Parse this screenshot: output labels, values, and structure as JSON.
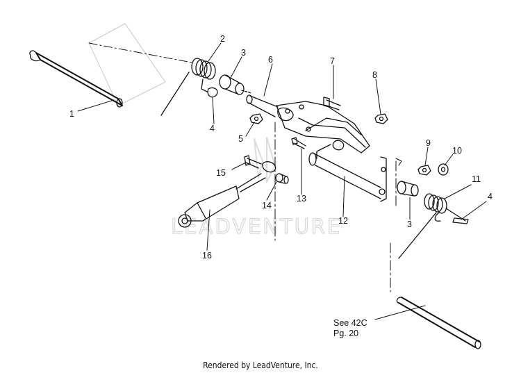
{
  "diagram": {
    "callouts": [
      {
        "id": "1",
        "text": "1"
      },
      {
        "id": "2",
        "text": "2"
      },
      {
        "id": "3a",
        "text": "3"
      },
      {
        "id": "3b",
        "text": "3"
      },
      {
        "id": "4a",
        "text": "4"
      },
      {
        "id": "4b",
        "text": "4"
      },
      {
        "id": "5",
        "text": "5"
      },
      {
        "id": "6",
        "text": "6"
      },
      {
        "id": "7",
        "text": "7"
      },
      {
        "id": "8",
        "text": "8"
      },
      {
        "id": "9",
        "text": "9"
      },
      {
        "id": "10",
        "text": "10"
      },
      {
        "id": "11",
        "text": "11"
      },
      {
        "id": "12",
        "text": "12"
      },
      {
        "id": "13",
        "text": "13"
      },
      {
        "id": "14",
        "text": "14"
      },
      {
        "id": "15",
        "text": "15"
      },
      {
        "id": "16",
        "text": "16"
      }
    ],
    "see_reference": {
      "line1": "See 42C",
      "line2": "Pg. 20"
    },
    "watermark": "LEADVENTURE",
    "footer": "Rendered by LeadVenture, Inc.",
    "colors": {
      "ink": "#111111",
      "watermark": "#d7d7d7",
      "background": "#ffffff"
    }
  }
}
